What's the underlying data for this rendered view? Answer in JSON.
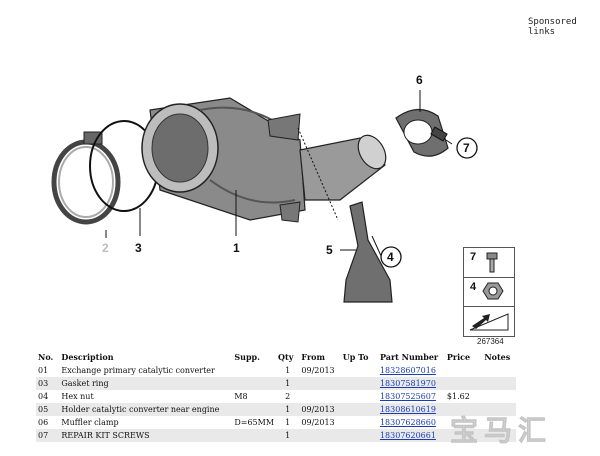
{
  "sponsored_label": "Sponsored links",
  "diagram": {
    "callouts": [
      "1",
      "2",
      "3",
      "4",
      "5",
      "6",
      "7"
    ],
    "legend": {
      "item7": "7",
      "item4": "4"
    },
    "diagram_id": "267364"
  },
  "table": {
    "headers": [
      "No.",
      "Description",
      "Supp.",
      "Qty",
      "From",
      "Up To",
      "Part Number",
      "Price",
      "Notes"
    ],
    "rows": [
      {
        "no": "01",
        "description": "Exchange primary catalytic converter",
        "supp": "",
        "qty": "1",
        "from": "09/2013",
        "upto": "",
        "part": "18328607016",
        "price": "",
        "notes": ""
      },
      {
        "no": "03",
        "description": "Gasket ring",
        "supp": "",
        "qty": "1",
        "from": "",
        "upto": "",
        "part": "18307581970",
        "price": "",
        "notes": ""
      },
      {
        "no": "04",
        "description": "Hex nut",
        "supp": "M8",
        "qty": "2",
        "from": "",
        "upto": "",
        "part": "18307525607",
        "price": "$1.62",
        "notes": ""
      },
      {
        "no": "05",
        "description": "Holder catalytic converter near engine",
        "supp": "",
        "qty": "1",
        "from": "09/2013",
        "upto": "",
        "part": "18308610619",
        "price": "",
        "notes": ""
      },
      {
        "no": "06",
        "description": "Muffler clamp",
        "supp": "D=65MM",
        "qty": "1",
        "from": "09/2013",
        "upto": "",
        "part": "18307628660",
        "price": "",
        "notes": ""
      },
      {
        "no": "07",
        "description": "REPAIR KIT SCREWS",
        "supp": "",
        "qty": "1",
        "from": "",
        "upto": "",
        "part": "18307620661",
        "price": "",
        "notes": ""
      }
    ]
  },
  "watermark_text": "宝马汇",
  "colors": {
    "link": "#1a3db5",
    "row_alt": "#e9e9e9",
    "watermark": "#d9d9d9"
  }
}
